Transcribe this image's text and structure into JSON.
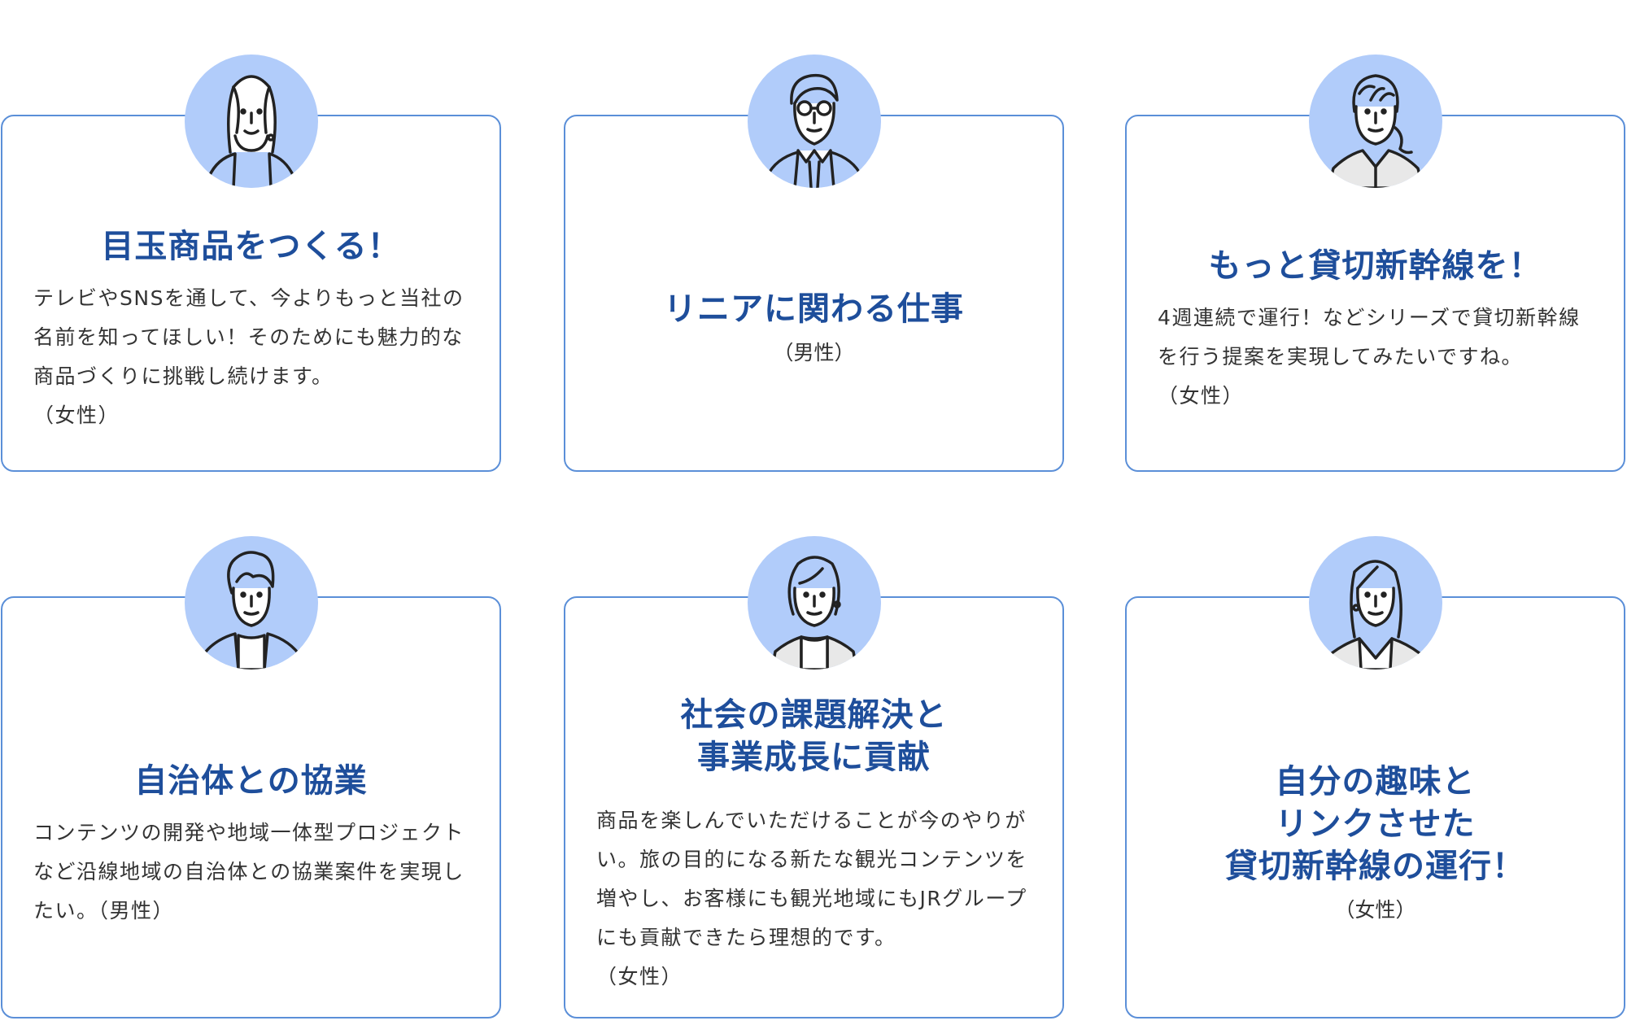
{
  "colors": {
    "card_border": "#5b8fd8",
    "avatar_bg": "#b1ccfa",
    "title": "#1e4e9b",
    "body_text": "#333333"
  },
  "cards": [
    {
      "avatar": "woman-long-hair-earring-avatar",
      "title": "目玉商品をつくる！",
      "body": "テレビやSNSを通して、今よりもっと当社の名前を知ってほしい！そのためにも魅力的な商品づくりに挑戦し続けます。",
      "gender": "（女性）"
    },
    {
      "avatar": "man-glasses-suit-avatar",
      "title": "リニアに関わる仕事",
      "body": "",
      "gender": "（男性）"
    },
    {
      "avatar": "woman-ponytail-avatar",
      "title": "もっと貸切新幹線を！",
      "body": "4週連続で運行！などシリーズで貸切新幹線を行う提案を実現してみたいですね。",
      "gender": "（女性）"
    },
    {
      "avatar": "man-wavy-hair-avatar",
      "title": "自治体との協業",
      "body": "コンテンツの開発や地域一体型プロジェクトなど沿線地域の自治体との協業案件を実現したい。",
      "gender": "（男性）"
    },
    {
      "avatar": "woman-bob-hair-avatar",
      "title": "社会の課題解決と\n事業成長に貢献",
      "body": "商品を楽しんでいただけることが今のやりがい。旅の目的になる新たな観光コンテンツを増やし、お客様にも観光地域にもJRグループにも貢献できたら理想的です。",
      "gender": "（女性）"
    },
    {
      "avatar": "woman-long-hair-v-neck-avatar",
      "title": "自分の趣味と\nリンクさせた\n貸切新幹線の運行！",
      "body": "",
      "gender": "（女性）"
    }
  ]
}
